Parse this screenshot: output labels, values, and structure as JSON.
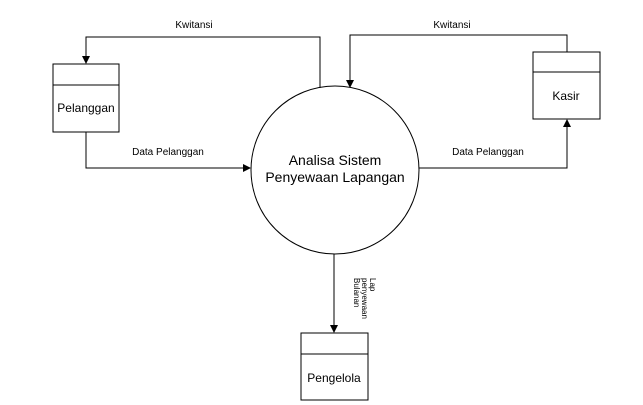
{
  "diagram": {
    "process": {
      "line1": "Analisa Sistem",
      "line2": "Penyewaan Lapangan"
    },
    "entities": {
      "pelanggan": "Pelanggan",
      "kasir": "Kasir",
      "pengelola": "Pengelola"
    },
    "flows": {
      "kwitansi_left": "Kwitansi",
      "kwitansi_right": "Kwitansi",
      "data_pelanggan_left": "Data Pelanggan",
      "data_pelanggan_right": "Data Pelanggan",
      "lap_line1": "Lap",
      "lap_line2": "penyewaan",
      "lap_line3": "Bulanan"
    }
  }
}
